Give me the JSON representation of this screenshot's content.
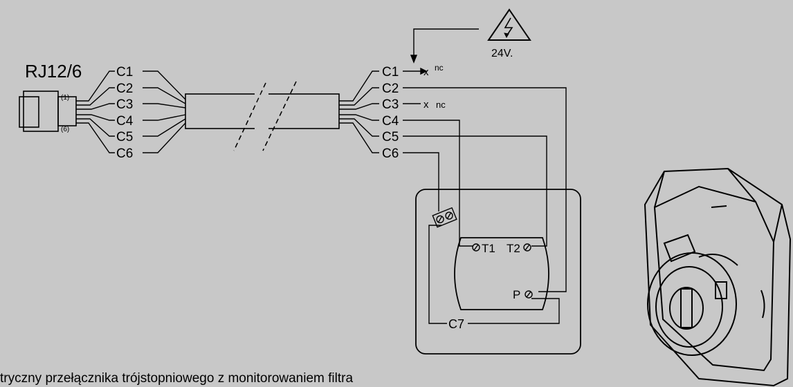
{
  "connector": {
    "label": "RJ12/6",
    "pin_first": "(1)",
    "pin_last": "(6)"
  },
  "left_wires": [
    "C1",
    "C2",
    "C3",
    "C4",
    "C5",
    "C6"
  ],
  "right_wires": [
    "C1",
    "C2",
    "C3",
    "C4",
    "C5",
    "C6"
  ],
  "nc_label": "nc",
  "voltage_label": "24V.",
  "terminals": {
    "t1": "T1",
    "t2": "T2",
    "p": "P"
  },
  "c7_label": "C7",
  "caption": "tryczny przełącznika trójstopniowego z monitorowaniem filtra"
}
